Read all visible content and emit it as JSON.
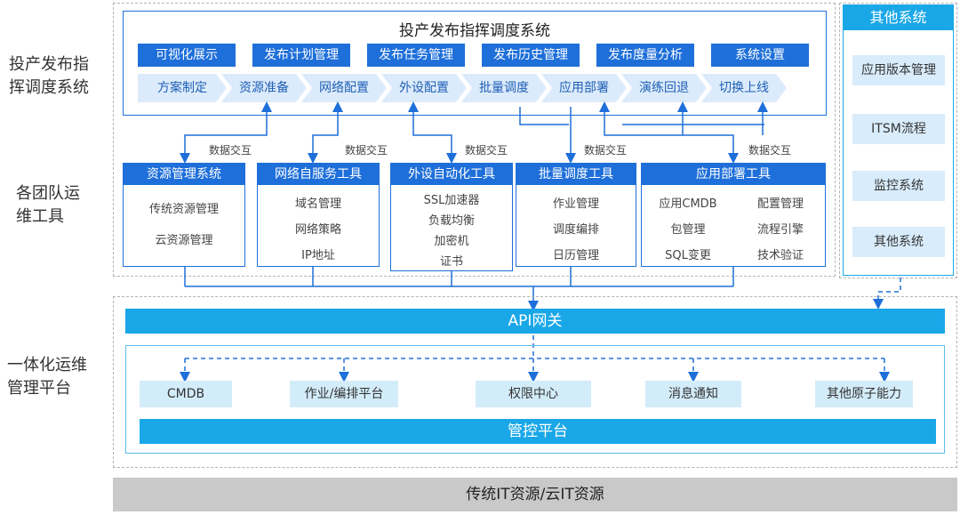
{
  "left_labels": {
    "publish": [
      "投产发布指",
      "挥调度系统"
    ],
    "teams": [
      "各团队运",
      "维工具"
    ],
    "integrated": [
      "一体化运维",
      "管理平台"
    ]
  },
  "publish_system": {
    "title": "投产发布指挥调度系统",
    "buttons": [
      "可视化展示",
      "发布计划管理",
      "发布任务管理",
      "发布历史管理",
      "发布度量分析",
      "系统设置"
    ],
    "steps": [
      "方案制定",
      "资源准备",
      "网络配置",
      "外设配置",
      "批量调度",
      "应用部署",
      "演练回退",
      "切换上线"
    ]
  },
  "data_exchange_label": "数据交互",
  "tools": [
    {
      "title": "资源管理系统",
      "items": [
        "传统资源管理",
        "云资源管理"
      ]
    },
    {
      "title": "网络自服务工具",
      "items": [
        "域名管理",
        "网络策略",
        "IP地址"
      ]
    },
    {
      "title": "外设自动化工具",
      "items": [
        "SSL加速器",
        "负载均衡",
        "加密机",
        "证书"
      ]
    },
    {
      "title": "批量调度工具",
      "items": [
        "作业管理",
        "调度编排",
        "日历管理"
      ]
    },
    {
      "title": "应用部署工具",
      "items_left": [
        "应用CMDB",
        "包管理",
        "SQL变更"
      ],
      "items_right": [
        "配置管理",
        "流程引擎",
        "技术验证"
      ]
    }
  ],
  "other_systems": {
    "title": "其他系统",
    "items": [
      "应用版本管理",
      "ITSM流程",
      "监控系统",
      "其他系统"
    ]
  },
  "platform": {
    "api_gateway": "API网关",
    "services": [
      "CMDB",
      "作业/编排平台",
      "权限中心",
      "消息通知",
      "其他原子能力"
    ],
    "control": "管控平台"
  },
  "bottom": "传统IT资源/云IT资源",
  "colors": {
    "primary_blue": "#1e6fd9",
    "cyan": "#1aa7e8",
    "light_blue": "#d3ecfa",
    "gray": "#c9c9c9"
  }
}
